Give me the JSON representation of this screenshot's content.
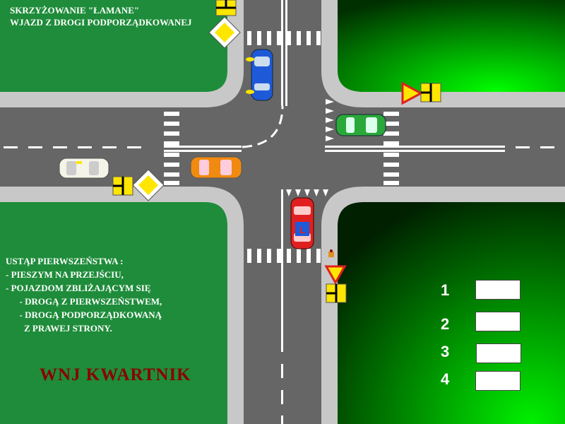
{
  "title": {
    "line1": "SKRZYŻOWANIE  \"ŁAMANE\"",
    "line2": "WJAZD Z DROGI PODPORZĄDKOWANEJ"
  },
  "rules": {
    "heading": "USTĄP PIERWSZEŃSTWA :",
    "items": [
      "- PIESZYM NA PRZEJŚCIU,",
      "- POJAZDOM ZBLIŻAJĄCYM SIĘ",
      "      - DROGĄ Z PIERWSZEŃSTWEM,",
      "      - DROGĄ PODPORZĄDKOWANĄ",
      "        Z PRAWEJ STRONY."
    ]
  },
  "brand": "WNJ  KWARTNIK",
  "answers": [
    {
      "number": "1",
      "value": ""
    },
    {
      "number": "2",
      "value": ""
    },
    {
      "number": "3",
      "value": ""
    },
    {
      "number": "4",
      "value": ""
    }
  ],
  "learner_plate": "L",
  "colors": {
    "grass_light": "#1e8c3a",
    "grass_dark_gradient_end": "#00e000",
    "road": "#666666",
    "sidewalk": "#c8c8c8",
    "car_blue": "#1e5ad8",
    "car_green": "#2aa83a",
    "car_white": "#f4f4e8",
    "car_orange": "#f08a10",
    "car_red": "#e02020",
    "sign_yellow": "#ffe600",
    "brand_red": "#8b0000"
  }
}
